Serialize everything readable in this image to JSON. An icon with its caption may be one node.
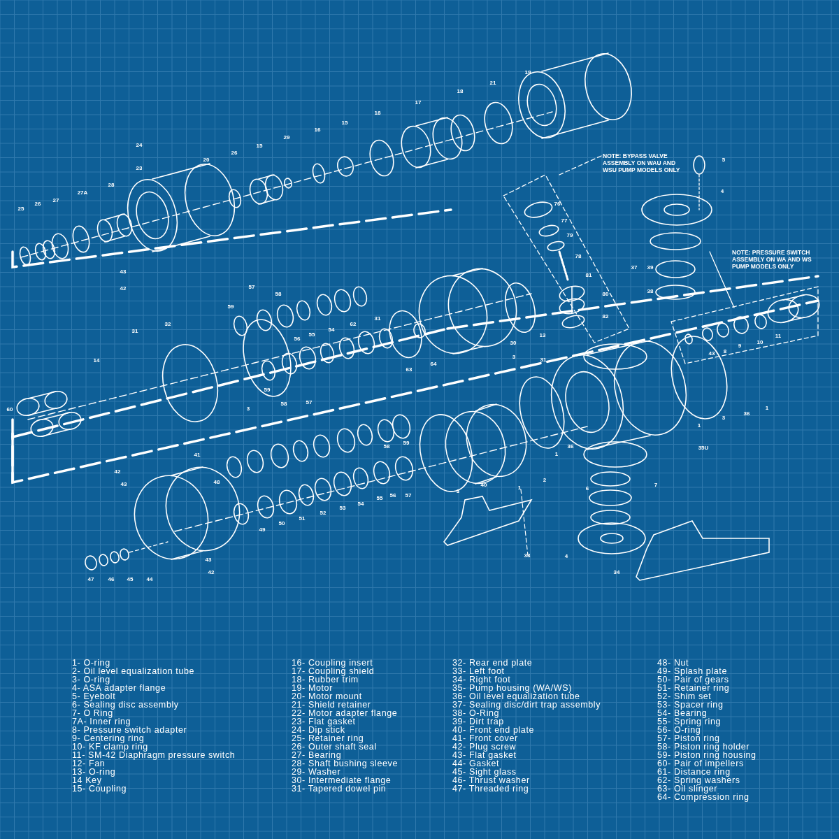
{
  "diagram": {
    "labels": [
      "19",
      "17",
      "18",
      "21",
      "18",
      "16",
      "15",
      "29",
      "15",
      "26",
      "20",
      "24",
      "23",
      "28",
      "27A",
      "27",
      "26",
      "25",
      "43",
      "42",
      "5",
      "4",
      "76",
      "77",
      "79",
      "78",
      "81",
      "80",
      "82",
      "37",
      "39",
      "38",
      "57",
      "58",
      "59",
      "56",
      "55",
      "54",
      "62",
      "31",
      "13",
      "30",
      "63",
      "64",
      "31",
      "32",
      "14",
      "59",
      "3",
      "58",
      "57",
      "60",
      "43",
      "8",
      "9",
      "10",
      "11",
      "31",
      "3",
      "36",
      "1",
      "3",
      "1",
      "35U",
      "36",
      "1",
      "3",
      "40",
      "1",
      "2",
      "58",
      "59",
      "42",
      "43",
      "41",
      "48",
      "49",
      "50",
      "51",
      "52",
      "53",
      "54",
      "55",
      "56",
      "57",
      "6",
      "7",
      "33",
      "4",
      "34",
      "43",
      "42",
      "47",
      "46",
      "45",
      "44",
      "NOTE: BYPASS VALVE ASSEMBLY ON WAU AND WSU PUMP MODELS ONLY",
      "NOTE: PRESSURE SWITCH ASSEMBLY ON WA AND WS PUMP MODELS ONLY",
      "1- O-ring",
      "2- Oil level equalization tube",
      "3- O-ring",
      "4- ASA adapter flange",
      "5- Eyebolt",
      "6- Sealing disc assembly",
      "7- O Ring",
      "7A- Inner ring",
      "8- Pressure switch adapter",
      "9- Centering ring",
      "10- KF clamp ring",
      "11- SM-42 Diaphragm pressure switch",
      "12- Fan",
      "13- O-ring",
      "14 Key",
      "15- Coupling",
      "16- Coupling insert",
      "17- Coupling shield",
      "18- Rubber trim",
      "19- Motor",
      "20- Motor mount",
      "21- Shield retainer",
      "22- Motor adapter flange",
      "23- Flat gasket",
      "24- Dip stick",
      "25- Retainer ring",
      "26- Outer shaft seal",
      "27- Bearing",
      "28- Shaft bushing sleeve",
      "29- Washer",
      "30- Intermediate flange",
      "31- Tapered dowel pin",
      "32- Rear end plate",
      "33- Left foot",
      "34- Right foot",
      "35- Pump housing (WA/WS)",
      "36- Oil level equalization tube",
      "37- Sealing disc/dirt trap assembly",
      "38- O-Ring",
      "39- Dirt trap",
      "40- Front end plate",
      "41- Front cover",
      "42- Plug screw",
      "43- Flat gasket",
      "44- Gasket",
      "45- Sight glass",
      "46- Thrust washer",
      "47- Threaded ring",
      "48- Nut",
      "49- Splash plate",
      "50- Pair of gears",
      "51- Retainer ring",
      "52- Shim set",
      "53- Spacer ring",
      "54- Bearing",
      "55- Spring ring",
      "56- O-ring",
      "57- Piston ring",
      "58- Piston ring holder",
      "59- Piston ring housing",
      "60- Pair of impellers",
      "61- Distance ring",
      "62- Spring washers",
      "63- Oil slinger",
      "64- Compression ring"
    ]
  }
}
